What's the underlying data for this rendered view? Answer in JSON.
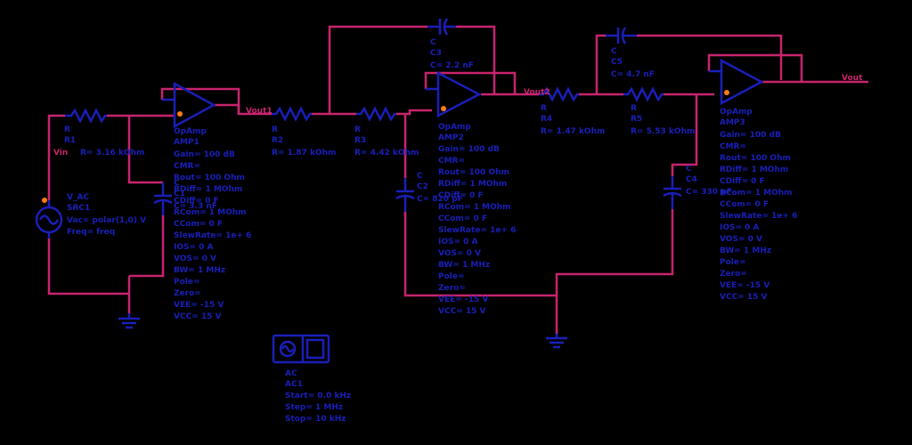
{
  "nets": {
    "vin": "Vin",
    "vout1": "Vout1",
    "vout2": "Vout2",
    "vout": "Vout"
  },
  "resistors": [
    {
      "type": "R",
      "id": "R1",
      "value": "R= 3.16 kOhm"
    },
    {
      "type": "R",
      "id": "R2",
      "value": "R= 1.87 kOhm"
    },
    {
      "type": "R",
      "id": "R3",
      "value": "R= 4.42 kOhm"
    },
    {
      "type": "R",
      "id": "R4",
      "value": "R= 1.47 kOhm"
    },
    {
      "type": "R",
      "id": "R5",
      "value": "R= 5.53 kOhm"
    }
  ],
  "capacitors": [
    {
      "type": "C",
      "id": "C1",
      "value": "C= 3.3 nF"
    },
    {
      "type": "C",
      "id": "C2",
      "value": "C= 820 pF"
    },
    {
      "type": "C",
      "id": "C3",
      "value": "C= 2.2 nF"
    },
    {
      "type": "C",
      "id": "C4",
      "value": "C= 330 pF"
    },
    {
      "type": "C",
      "id": "C5",
      "value": "C= 4.7 nF"
    }
  ],
  "opamp_params": [
    "Gain= 100 dB",
    "CMR=",
    "Rout= 100 Ohm",
    "RDiff= 1 MOhm",
    "CDiff= 0 F",
    "RCom= 1 MOhm",
    "CCom= 0 F",
    "SlewRate= 1e+ 6",
    "IOS= 0 A",
    "VOS= 0 V",
    "BW= 1 MHz",
    "Pole=",
    "Zero=",
    "VEE= -15 V",
    "VCC= 15 V"
  ],
  "opamps": [
    {
      "type": "OpAmp",
      "id": "AMP1"
    },
    {
      "type": "OpAmp",
      "id": "AMP2"
    },
    {
      "type": "OpAmp",
      "id": "AMP3"
    }
  ],
  "source": {
    "type": "V_AC",
    "id": "SRC1",
    "vac": "Vac= polar(1,0) V",
    "freq": "Freq= freq"
  },
  "analysis": {
    "type": "AC",
    "id": "AC1",
    "start": "Start= 0.0 kHz",
    "step": "Step= 1 MHz",
    "stop": "Stop= 10 kHz"
  },
  "colors": {
    "wire": "#c8246e",
    "component": "#1a1fb8",
    "pin": "#ff7a1a",
    "background": "#000000"
  }
}
